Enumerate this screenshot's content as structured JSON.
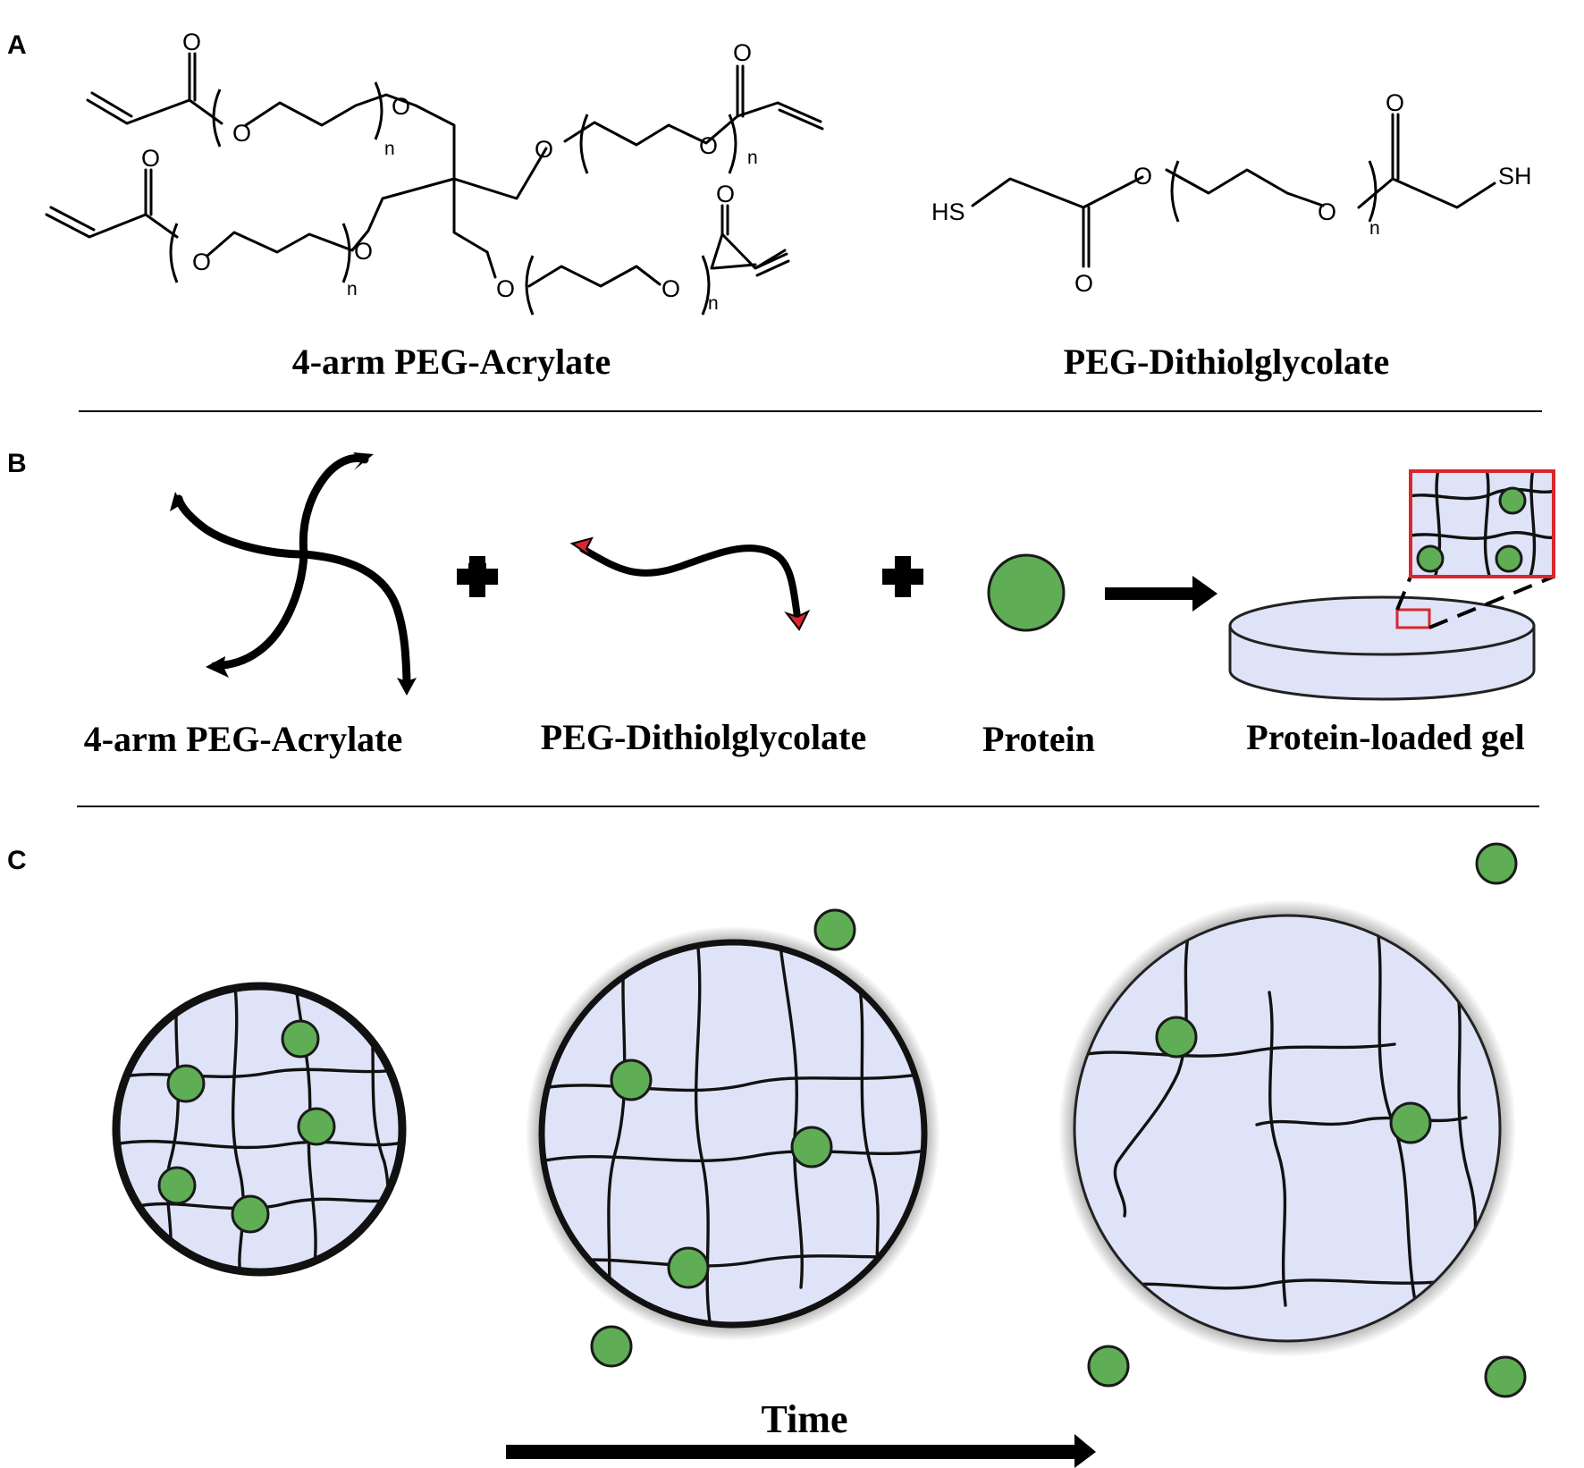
{
  "panels": {
    "a": {
      "letter": "A",
      "left_caption": "4-arm PEG-Acrylate",
      "right_caption": "PEG-Dithiolglycolate",
      "atoms": {
        "oxygen": "O",
        "subscript": "n",
        "thiol_left": "HS",
        "thiol_right": "SH"
      }
    },
    "b": {
      "letter": "B",
      "labels": [
        "4-arm PEG-Acrylate",
        "PEG-Dithiolglycolate",
        "Protein",
        "Protein-loaded gel"
      ]
    },
    "c": {
      "letter": "C",
      "axis_label": "Time"
    }
  },
  "colors": {
    "protein": "#5fae55",
    "gel": "#dfe3f8",
    "highlight": "#d9272d",
    "thiol_end": "#d9272d"
  }
}
